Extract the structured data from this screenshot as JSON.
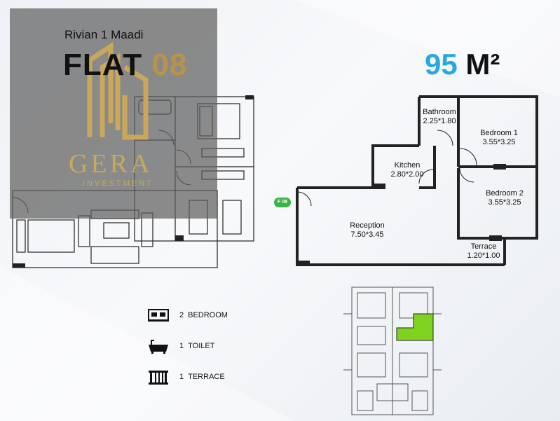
{
  "header": {
    "project": "Rivian 1 Maadi",
    "flat_word": "FLAT",
    "flat_number": "08",
    "area_number": "95",
    "area_unit": "M²"
  },
  "logo": {
    "name": "GERA",
    "tagline": "INVESTMENT"
  },
  "door_tag": "F 08",
  "rooms": [
    {
      "name": "Bathroom",
      "size": "2.25*1.80"
    },
    {
      "name": "Bedroom 1",
      "size": "3.55*3.25"
    },
    {
      "name": "Kitchen",
      "size": "2.80*2.00"
    },
    {
      "name": "Bedroom 2",
      "size": "3.55*3.25"
    },
    {
      "name": "Reception",
      "size": "7.50*3.45"
    },
    {
      "name": "Terrace",
      "size": "1.20*1.00"
    }
  ],
  "legend": [
    {
      "count": "2",
      "label": "BEDROOM",
      "icon": "bed-icon"
    },
    {
      "count": "1",
      "label": "TOILET",
      "icon": "bathtub-icon"
    },
    {
      "count": "1",
      "label": "TERRACE",
      "icon": "railing-icon"
    }
  ],
  "colors": {
    "accent_blue": "#29a8de",
    "gold": "#b8944a",
    "highlight_green": "#7ed321"
  }
}
